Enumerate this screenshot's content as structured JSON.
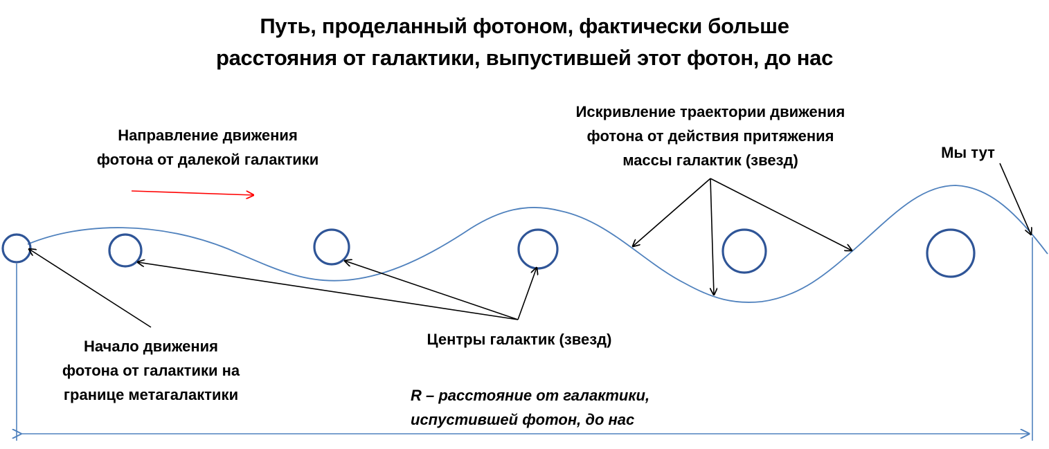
{
  "title": {
    "line1": "Путь, проделанный фотоном, фактически больше",
    "line2": "расстояния от галактики, выпустившей этот фотон, до нас"
  },
  "labels": {
    "direction": {
      "line1": "Направление движения",
      "line2": "фотона от далекой галактики"
    },
    "curvature": {
      "line1": "Искривление траектории движения",
      "line2": "фотона от действия притяжения",
      "line3": "массы галактик (звезд)"
    },
    "we_are_here": "Мы тут",
    "start": {
      "line1": "Начало движения",
      "line2": "фотона от  галактики на",
      "line3": "границе метагалактики"
    },
    "centers": "Центры галактик (звезд)",
    "distance": {
      "symbol": "R",
      "line1_rest": " – расстояние от галактики,",
      "line2": "испустившей фотон, до нас"
    }
  },
  "colors": {
    "path": "#4f81bd",
    "galaxy": "#2f5597",
    "direction_arrow": "#ff0000",
    "pointer": "#000000",
    "dimension": "#4f81bd"
  }
}
